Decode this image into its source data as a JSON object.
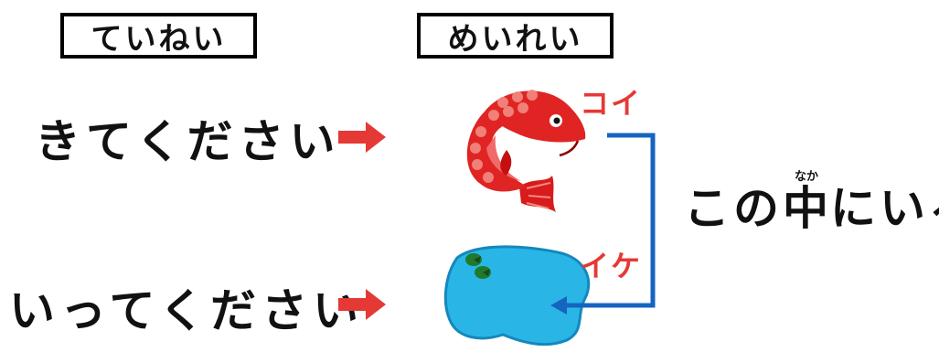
{
  "headers": {
    "polite": "ていねい",
    "command": "めいれい"
  },
  "rows": {
    "come": "きてください",
    "go": "いってください"
  },
  "labels": {
    "carp": "コイ",
    "pond": "イケ"
  },
  "phrase": {
    "before": "この",
    "kanji": "中",
    "reading": "なか",
    "after": "にいる"
  },
  "icons": [
    "right-arrow-icon",
    "carp-fish-icon",
    "pond-icon",
    "bracket-arrow-icon"
  ],
  "colors": {
    "arrow_red": "#e53935",
    "connector_blue": "#1565c0",
    "pond_blue": "#29b6e6",
    "fish_red": "#e02424"
  }
}
